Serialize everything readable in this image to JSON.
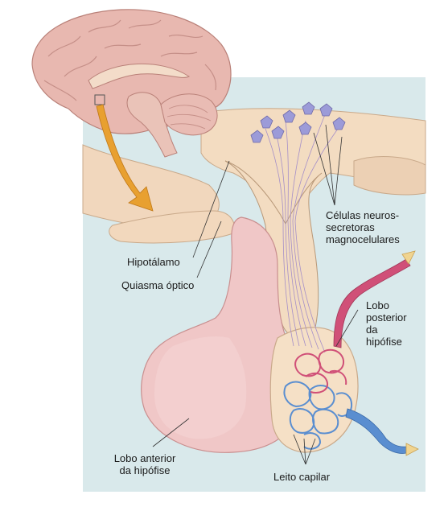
{
  "labels": {
    "neurosecretory_line1": "Células neuros-",
    "neurosecretory_line2": "secretoras",
    "neurosecretory_line3": "magnocelulares",
    "hypothalamus": "Hipotálamo",
    "optic_chiasm": "Quiasma óptico",
    "posterior_line1": "Lobo",
    "posterior_line2": "posterior",
    "posterior_line3": "da",
    "posterior_line4": "hipófise",
    "anterior_line1": "Lobo anterior",
    "anterior_line2": "da hipófise",
    "capillary_bed": "Leito capilar"
  },
  "colors": {
    "background_panel": "#d8e8ea",
    "brain": "#e8b8b0",
    "tissue": "#f3dcc0",
    "anterior_lobe": "#f0c8c8",
    "arrow": "#e8a030",
    "neurons": "#9b9bd6",
    "vein": "#5a8ed0",
    "artery": "#d05078"
  }
}
